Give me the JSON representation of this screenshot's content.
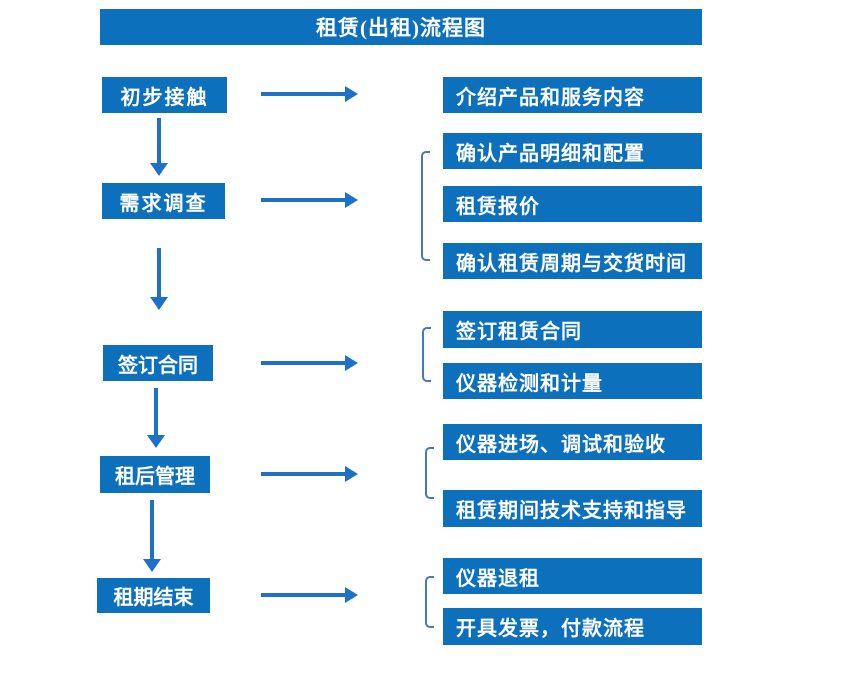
{
  "title": "租赁(出租)流程图",
  "colors": {
    "box": "#0d70bc",
    "arrow": "#1d71c6",
    "bracket": "#4479bd",
    "text": "#ffffff",
    "background": "#ffffff"
  },
  "steps": [
    {
      "label": "初步接触",
      "outputs": [
        "介绍产品和服务内容"
      ]
    },
    {
      "label": "需求调查",
      "outputs": [
        "确认产品明细和配置",
        "租赁报价",
        "确认租赁周期与交货时间"
      ]
    },
    {
      "label": "签订合同",
      "outputs": [
        "签订租赁合同",
        "仪器检测和计量"
      ]
    },
    {
      "label": "租后管理",
      "outputs": [
        "仪器进场、调试和验收",
        "租赁期间技术支持和指导"
      ]
    },
    {
      "label": "租期结束",
      "outputs": [
        "仪器退租",
        "开具发票，付款流程"
      ]
    }
  ]
}
